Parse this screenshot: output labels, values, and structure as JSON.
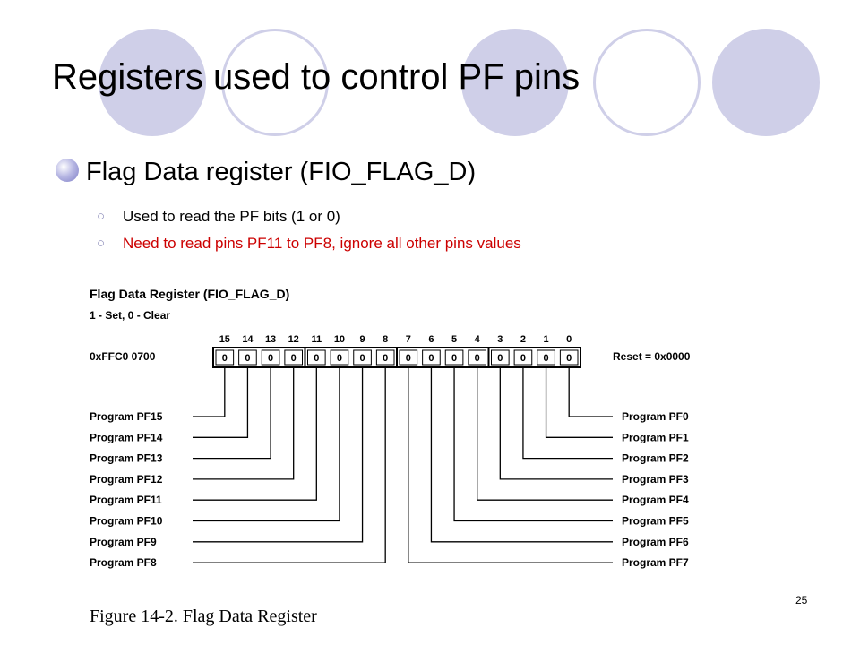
{
  "slide": {
    "title": "Registers used to control PF pins",
    "bullet": "Flag Data register (FIO_FLAG_D)",
    "subbullets": [
      "Used to read the PF bits (1 or 0)",
      "Need to read pins PF11 to PF8, ignore all other pins values"
    ],
    "page_number": "25",
    "accent_color": "#cfcfe8",
    "highlight_color": "#cc0000"
  },
  "figure": {
    "heading": "Flag Data Register (FIO_FLAG_D)",
    "legend": "1 - Set, 0 - Clear",
    "address": "0xFFC0 0700",
    "reset": "Reset = 0x0000",
    "bit_numbers": [
      "15",
      "14",
      "13",
      "12",
      "11",
      "10",
      "9",
      "8",
      "7",
      "6",
      "5",
      "4",
      "3",
      "2",
      "1",
      "0"
    ],
    "bit_values": [
      "0",
      "0",
      "0",
      "0",
      "0",
      "0",
      "0",
      "0",
      "0",
      "0",
      "0",
      "0",
      "0",
      "0",
      "0",
      "0"
    ],
    "left_labels": [
      "Program PF15",
      "Program PF14",
      "Program PF13",
      "Program PF12",
      "Program PF11",
      "Program PF10",
      "Program PF9",
      "Program PF8"
    ],
    "right_labels": [
      "Program PF0",
      "Program PF1",
      "Program PF2",
      "Program PF3",
      "Program PF4",
      "Program PF5",
      "Program PF6",
      "Program PF7"
    ],
    "caption": "Figure 14-2. Flag Data Register"
  }
}
